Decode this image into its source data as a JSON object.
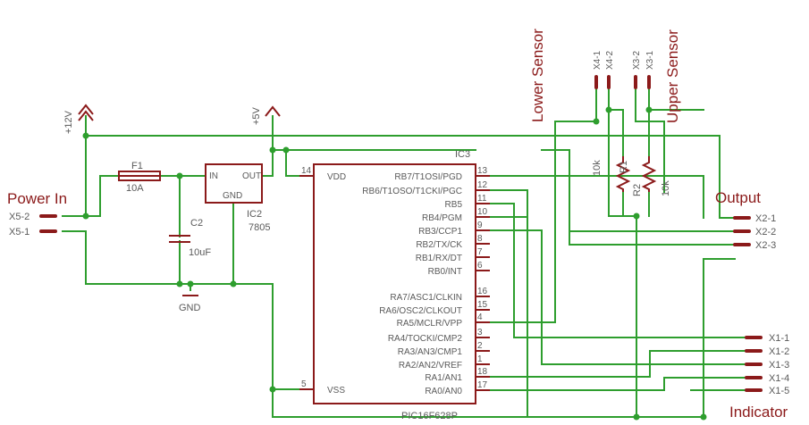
{
  "headings": {
    "power_in": "Power In",
    "output": "Output",
    "indicator": "Indicator",
    "lower_sensor": "Lower Sensor",
    "upper_sensor": "Upper Sensor"
  },
  "supplies": {
    "v12": "+12V",
    "v5": "+5V",
    "gnd": "GND"
  },
  "components": {
    "fuse": {
      "name": "F1",
      "value": "10A"
    },
    "cap": {
      "name": "C2",
      "value": "10uF"
    },
    "reg": {
      "name": "IC2",
      "value": "7805",
      "pin_in": "IN",
      "pin_out": "OUT",
      "pin_gnd": "GND"
    },
    "r1": {
      "name": "R1",
      "value": "10k"
    },
    "r2": {
      "name": "R2",
      "value": "10k"
    },
    "mcu": {
      "name": "IC3",
      "part": "PIC16F628P",
      "left_pins": [
        {
          "label": "VDD",
          "num": "14"
        },
        {
          "label": "VSS",
          "num": "5"
        }
      ],
      "right_pins": [
        {
          "label": "RB7/T1OSI/PGD",
          "num": "13"
        },
        {
          "label": "RB6/T1OSO/T1CKI/PGC",
          "num": "12"
        },
        {
          "label": "RB5",
          "num": "11"
        },
        {
          "label": "RB4/PGM",
          "num": "10"
        },
        {
          "label": "RB3/CCP1",
          "num": "9"
        },
        {
          "label": "RB2/TX/CK",
          "num": "8"
        },
        {
          "label": "RB1/RX/DT",
          "num": "7"
        },
        {
          "label": "RB0/INT",
          "num": "6"
        },
        {
          "label": "RA7/ASC1/CLKIN",
          "num": "16"
        },
        {
          "label": "RA6/OSC2/CLKOUT",
          "num": "15"
        },
        {
          "label": "RA5/MCLR/VPP",
          "num": "4"
        },
        {
          "label": "RA4/TOCKI/CMP2",
          "num": "3"
        },
        {
          "label": "RA3/AN3/CMP1",
          "num": "2"
        },
        {
          "label": "RA2/AN2/VREF",
          "num": "1"
        },
        {
          "label": "RA1/AN1",
          "num": "18"
        },
        {
          "label": "RA0/AN0",
          "num": "17"
        }
      ]
    }
  },
  "connectors": {
    "power": [
      "X5-2",
      "X5-1"
    ],
    "output": [
      "X2-1",
      "X2-2",
      "X2-3"
    ],
    "indicator": [
      "X1-1",
      "X1-2",
      "X1-3",
      "X1-4",
      "X1-5"
    ],
    "lower_sensor": [
      "X4-1",
      "X4-2"
    ],
    "upper_sensor": [
      "X3-2",
      "X3-1"
    ]
  },
  "colors": {
    "wire": "#2e9e2e",
    "part": "#8b1a1a",
    "text": "#5a5a5a"
  }
}
